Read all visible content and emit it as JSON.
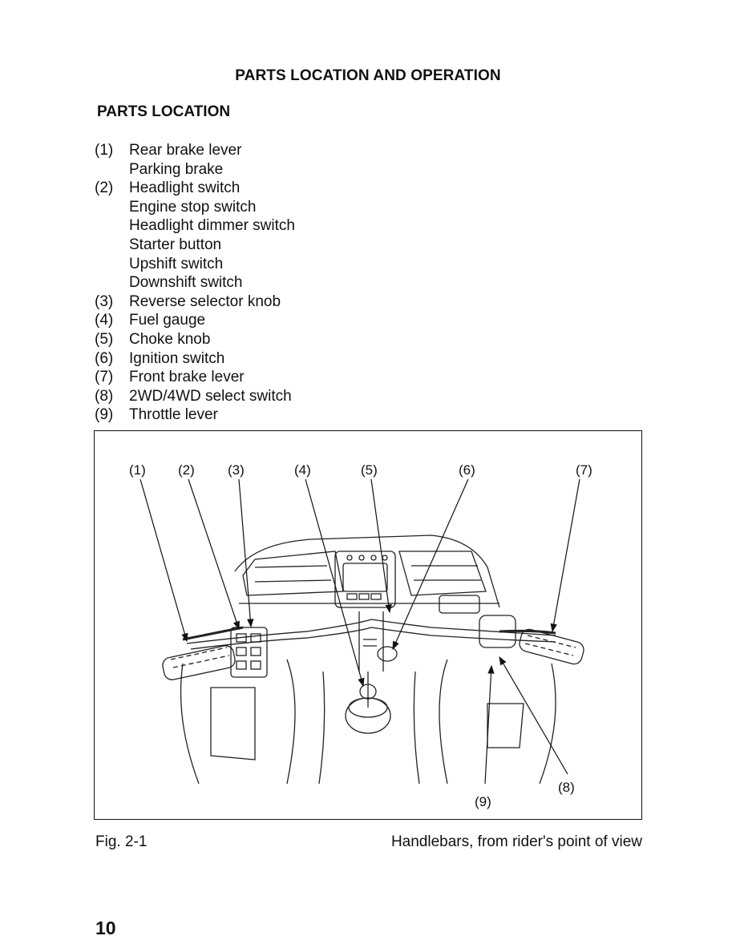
{
  "page_heading": "PARTS LOCATION AND OPERATION",
  "section_heading": "PARTS LOCATION",
  "parts": [
    {
      "num": "(1)",
      "lines": [
        "Rear brake lever",
        "Parking brake"
      ]
    },
    {
      "num": "(2)",
      "lines": [
        "Headlight switch",
        "Engine stop switch",
        "Headlight dimmer switch",
        "Starter button",
        "Upshift switch",
        "Downshift switch"
      ]
    },
    {
      "num": "(3)",
      "lines": [
        "Reverse selector knob"
      ]
    },
    {
      "num": "(4)",
      "lines": [
        "Fuel gauge"
      ]
    },
    {
      "num": "(5)",
      "lines": [
        "Choke knob"
      ]
    },
    {
      "num": "(6)",
      "lines": [
        "Ignition switch"
      ]
    },
    {
      "num": "(7)",
      "lines": [
        "Front brake lever"
      ]
    },
    {
      "num": "(8)",
      "lines": [
        "2WD/4WD select switch"
      ]
    },
    {
      "num": "(9)",
      "lines": [
        "Throttle lever"
      ]
    }
  ],
  "figure": {
    "callouts": [
      "(1)",
      "(2)",
      "(3)",
      "(4)",
      "(5)",
      "(6)",
      "(7)",
      "(8)",
      "(9)"
    ]
  },
  "figure_number": "Fig. 2-1",
  "figure_caption": "Handlebars, from rider's point of view",
  "page_number": "10"
}
